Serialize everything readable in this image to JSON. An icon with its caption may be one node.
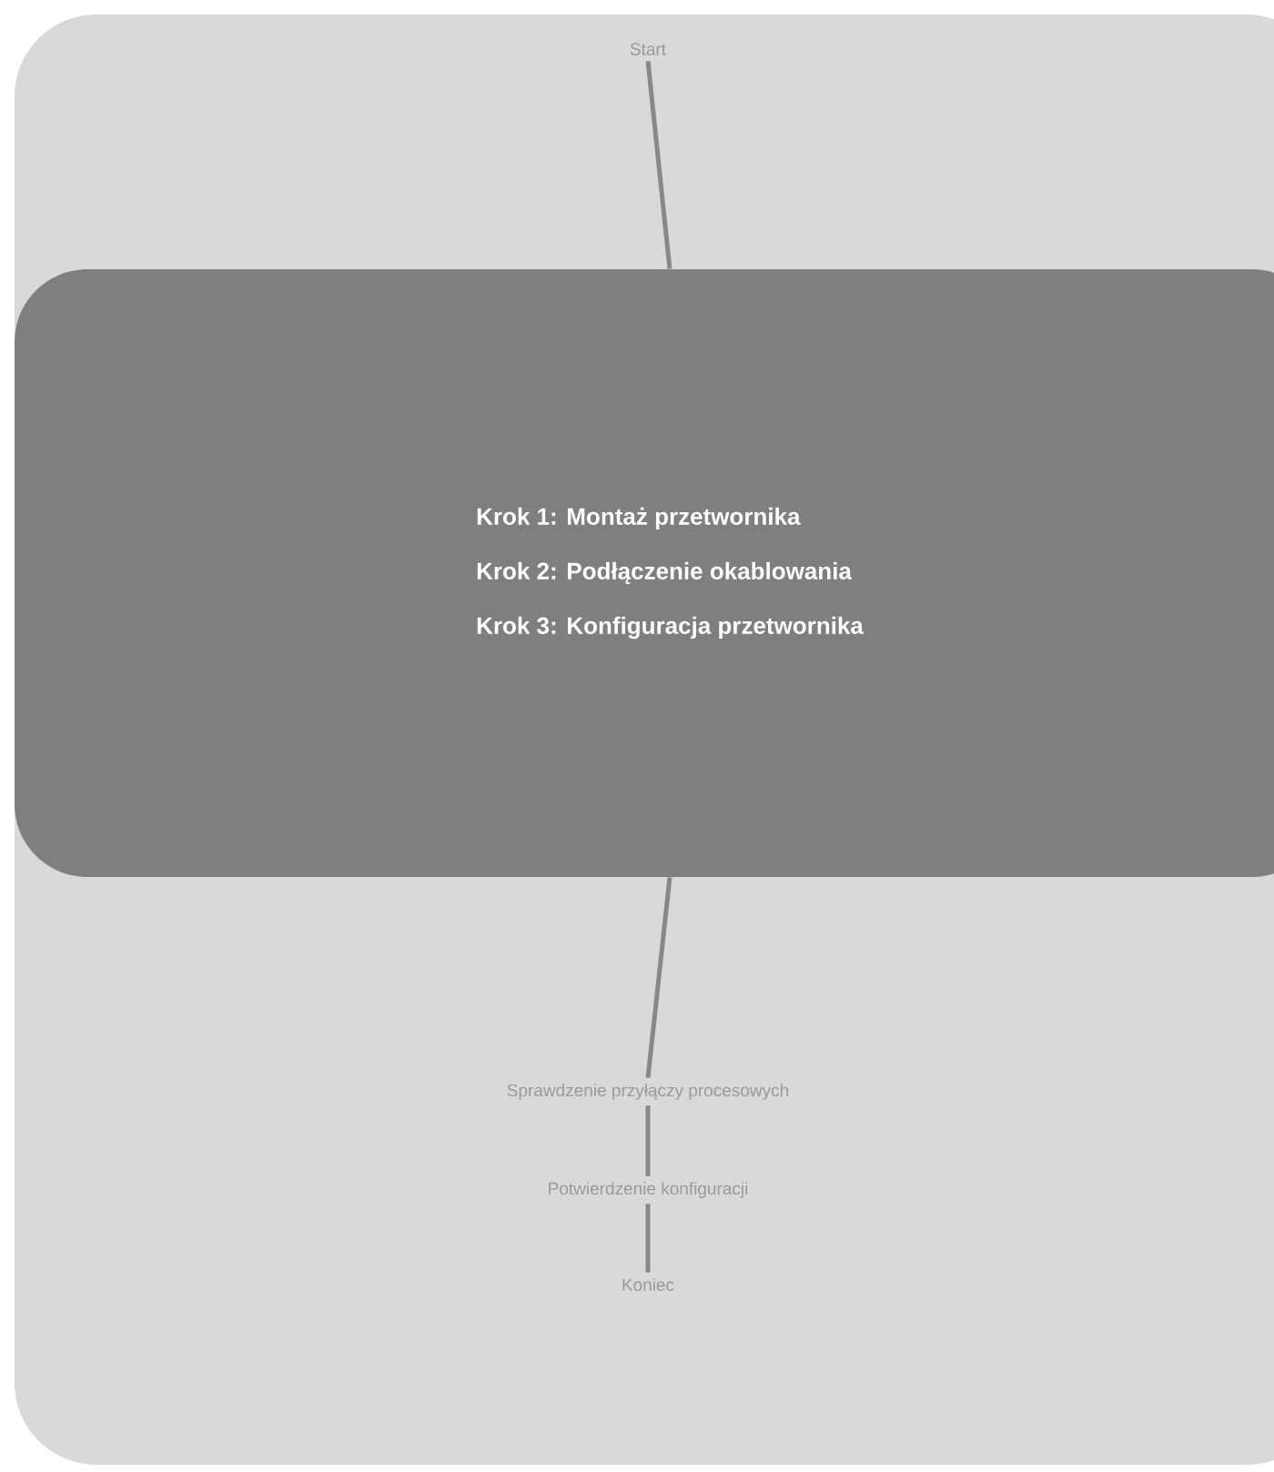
{
  "diagram": {
    "nodes": [
      {
        "text": [
          "Start"
        ]
      },
      {
        "text": [
          "Krok 1:  Montaż przetwornika",
          "Krok 2:  Podłączenie okablowania",
          "Krok 3:  Konfiguracja przetwornika"
        ]
      },
      {
        "text": [
          "Sprawdzenie przyłączy procesowych"
        ]
      },
      {
        "text": [
          "Potwierdzenie konfiguracji"
        ]
      },
      {
        "text": [
          "Koniec"
        ]
      }
    ],
    "edges": [
      {
        "from": 0,
        "to": 1,
        "arrow": "none"
      },
      {
        "from": 1,
        "to": 2,
        "arrow": "none"
      },
      {
        "from": 2,
        "to": 3,
        "arrow": "none"
      },
      {
        "from": 3,
        "to": 4,
        "arrow": "none"
      }
    ]
  }
}
